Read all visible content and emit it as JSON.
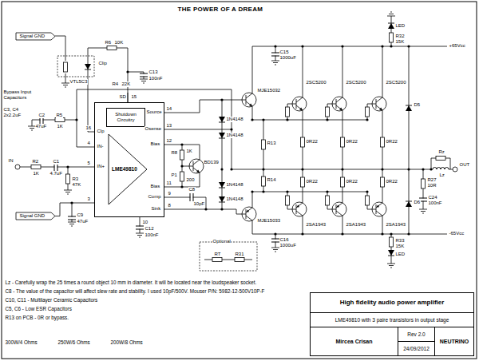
{
  "diagram": {
    "title": "THE POWER OF A DREAM",
    "nodes": [
      {
        "text": [
          "LME49810"
        ]
      },
      {
        "text": [
          "Shutdown Circuitry"
        ],
        "in": 0
      },
      {
        "text": [
          "High fidelity audio power amplifier"
        ]
      },
      {
        "text": [
          "LME49810 with 3 paire transistors in output stage"
        ]
      },
      {
        "text": [
          "Mircea Crisan"
        ]
      },
      {
        "text": [
          "Rev 2.0"
        ]
      },
      {
        "text": [
          "24/09/2012"
        ]
      },
      {
        "text": [
          "NEUTRINO"
        ]
      }
    ],
    "labels": [
      "Signal GND",
      "Clip",
      "VTL5C3",
      "R6",
      "10K",
      "C13",
      "100nF",
      "Bypass Input Capacitors",
      "C3, C4",
      "2x2.2uF",
      "IN",
      "R2",
      "1K",
      "C1",
      "4.7uF",
      "R3",
      "47K",
      "R4",
      "22K",
      "R5",
      "1K",
      "C2",
      "47uF",
      "Signal GND",
      "C9",
      "47uF",
      "SD",
      "15",
      "Clp",
      "16",
      "IN-",
      "4",
      "IN+",
      "5",
      "3",
      "Source",
      "14",
      "Osense",
      "13",
      "Bias",
      "12",
      "Bias",
      "11",
      "Comp",
      "9",
      "Sink",
      "8",
      "10",
      "C12",
      "100nF",
      "R8",
      "1K",
      "P1",
      "200",
      "BD139",
      "C8",
      "10pF",
      "1N4148",
      "1N4148",
      "1N4148",
      "1N4148",
      "MJE15032",
      "MJE15033",
      "R13",
      "R14",
      "C15",
      "1000uF",
      "C16",
      "1000uF",
      "2SC5200",
      "2SC5200",
      "2SC5200",
      "0R22",
      "0R22",
      "0R22",
      "2SA1943",
      "2SA1943",
      "2SA1943",
      "0R22",
      "0R22",
      "0R22",
      "+65Vcc",
      "-65Vcc",
      "D5",
      "D6",
      "R27",
      "10R",
      "C24",
      "100nF",
      "Rz",
      "Lz",
      "OUT",
      "R32",
      "15K",
      "LED",
      "R33",
      "15K",
      "LED",
      "Optional",
      "RT",
      "R31",
      "Lz - Carefully wrap the 25 times a round object 10 mm in diameter. It will be located near the loudspeaker socket.",
      "C8 - The value of the capacitor will affect slew rate and stability. I used 10pF/500V. Mouser P/N: 5982-12-500V10P-F",
      "C10, C11 - Multilayer Ceramic Capacitors",
      "C5, C6 - Low ESR Capacitors",
      "R13 on PCB - 0R or bypass.",
      "300W/4 Ohms",
      "250W/6 Ohms",
      "200W/8 Ohms"
    ]
  }
}
